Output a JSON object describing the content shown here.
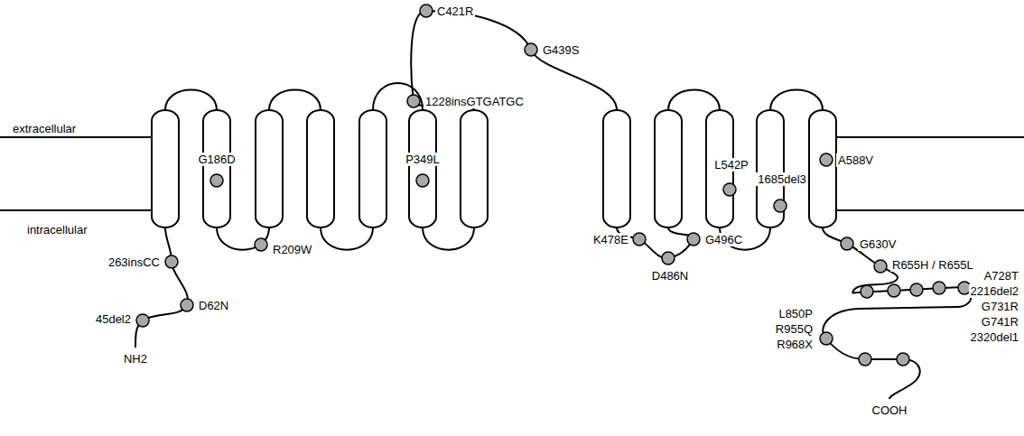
{
  "diagram": {
    "labels": [
      "C421R",
      "G439S",
      "1228insGTGATGC",
      "extracellular",
      "G186D",
      "P349L",
      "L542P",
      "1685del3",
      "A588V",
      "intracellular",
      "R209W",
      "263insCC",
      "D62N",
      "45del2",
      "NH2",
      "K478E",
      "D486N",
      "G496C",
      "G630V",
      "R655H / R655L",
      "A728T",
      "2216del2",
      "G731R",
      "G741R",
      "2320del1",
      "L850P",
      "R955Q",
      "R968X",
      "COOH"
    ]
  }
}
